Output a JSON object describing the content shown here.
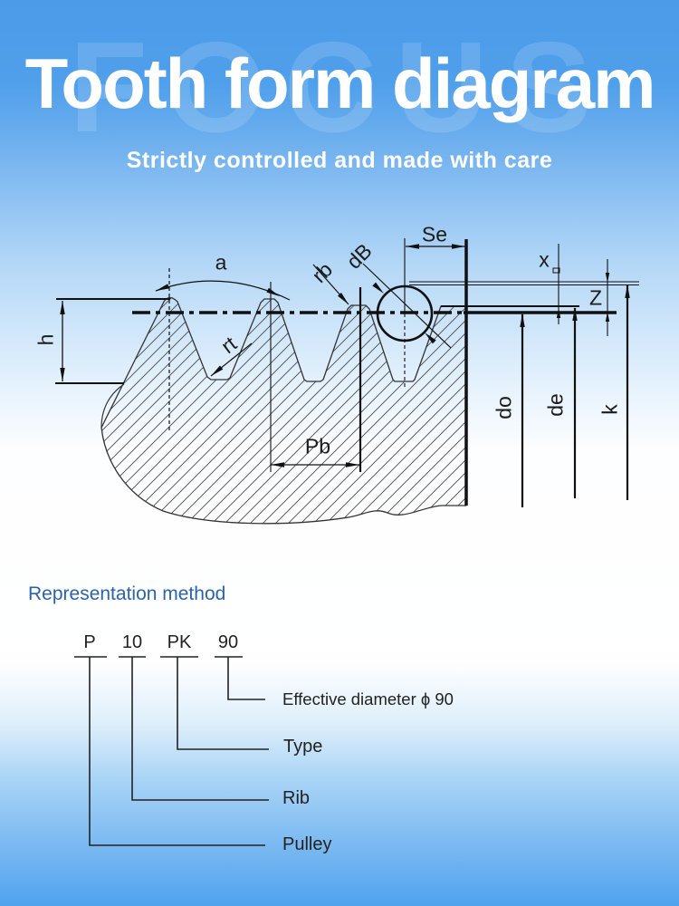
{
  "header": {
    "watermark": "FOCUS",
    "title": "Tooth form diagram",
    "subtitle": "Strictly controlled and made with care"
  },
  "diagram": {
    "labels": {
      "angle": "a",
      "tooth_radius": "rt",
      "rib_radius": "rb",
      "ball_diameter": "dB",
      "se": "Se",
      "x": "x",
      "z": "Z",
      "height": "h",
      "pitch": "Pb",
      "do": "do",
      "de": "de",
      "k": "k"
    }
  },
  "representation": {
    "heading": "Representation method",
    "code": {
      "pulley": "P",
      "rib": "10",
      "type": "PK",
      "diameter": "90"
    },
    "callouts": {
      "diameter": "Effective diameter ϕ 90",
      "type": "Type",
      "rib": "Rib",
      "pulley": "Pulley"
    }
  },
  "colors": {
    "header_blue": "#4c9be9",
    "bottom_blue": "#4fa3ee",
    "heading_blue": "#2d62a8",
    "line": "#1b1b1b"
  }
}
